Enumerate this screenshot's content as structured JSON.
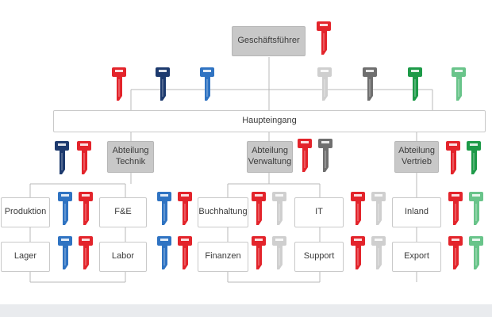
{
  "top": {
    "label": "Geschäftsführer"
  },
  "main_bar": {
    "label": "Haupteingang"
  },
  "departments": {
    "technik": {
      "label_line1": "Abteilung",
      "label_line2": "Technik"
    },
    "verwaltung": {
      "label_line1": "Abteilung",
      "label_line2": "Verwaltung"
    },
    "vertrieb": {
      "label_line1": "Abteilung",
      "label_line2": "Vertrieb"
    }
  },
  "rooms": {
    "produktion": "Produktion",
    "fe": "F&E",
    "lager": "Lager",
    "labor": "Labor",
    "buchhaltung": "Buchhaltung",
    "it": "IT",
    "finanzen": "Finanzen",
    "support": "Support",
    "inland": "Inland",
    "export": "Export"
  },
  "colors": {
    "red": "#e3242b",
    "navy": "#1d3a6e",
    "blue": "#2f73c2",
    "light_gray": "#cfcfcf",
    "dark_gray": "#6f6f6f",
    "green": "#1d9a48",
    "light_green": "#69c48a",
    "line": "#b9b9b9",
    "footer": "#e9ebee"
  }
}
